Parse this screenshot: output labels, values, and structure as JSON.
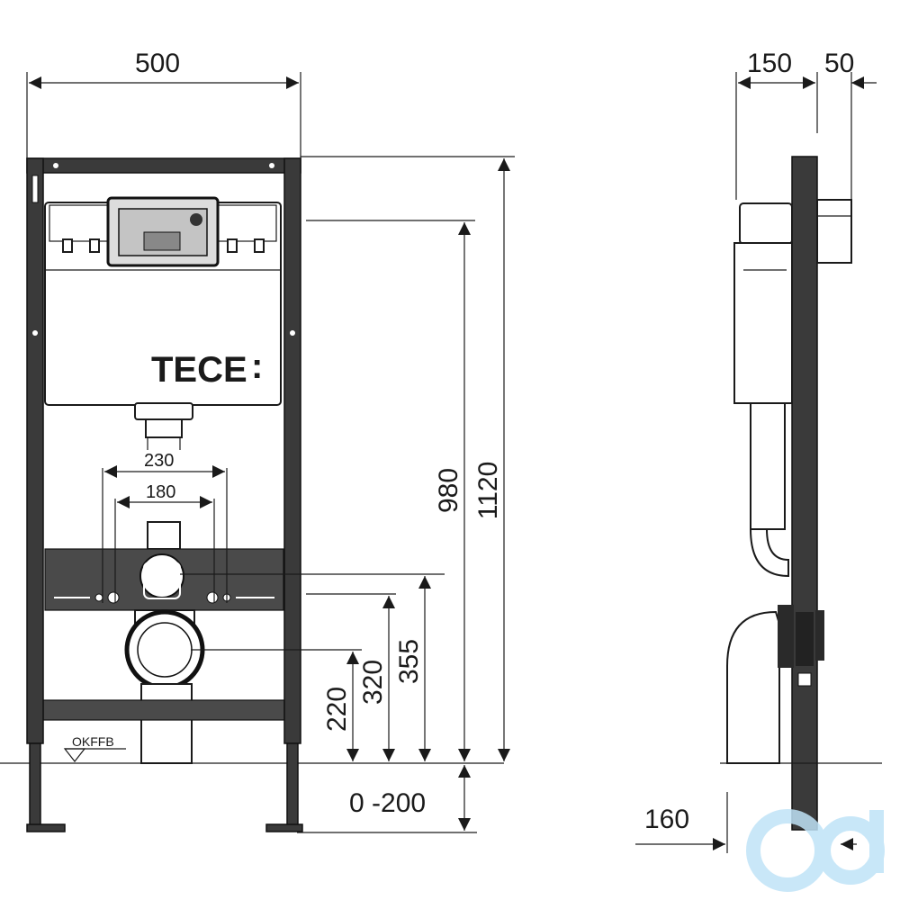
{
  "brand": {
    "logo_text": "TECE",
    "logo_mark": ":",
    "watermark_icon": "cd-logo-icon"
  },
  "dimensions": {
    "frame_width": "500",
    "side_depth": "150",
    "side_offset": "50",
    "total_height": "1120",
    "cistern_height": "980",
    "pipe_height": "355",
    "bolt_height": "320",
    "drain_height": "220",
    "leg_adjust": "0 -200",
    "spacing_outer": "230",
    "spacing_inner": "180",
    "foot_depth": "160"
  },
  "labels": {
    "floor_level": "OKFFB"
  },
  "colors": {
    "frame": "#3a3a3a",
    "line": "#1a1a1a",
    "watermark": "#bfe3f7"
  }
}
